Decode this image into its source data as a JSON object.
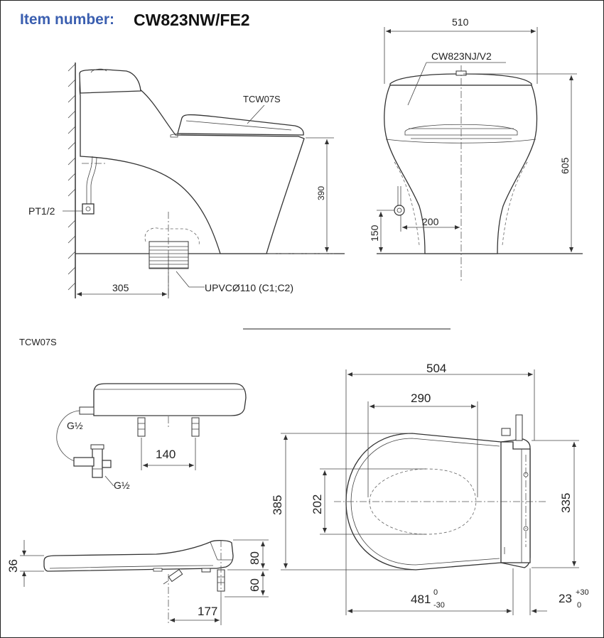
{
  "header": {
    "item_label": "Item number:",
    "item_number": "CW823NW/FE2",
    "label_color": "#3b5fb0"
  },
  "side_view": {
    "seat_model": "TCW07S",
    "supply_fitting": "PT1/2",
    "drain": "UPVCØ110 (C1;C2)",
    "height_dim": "390",
    "wall_dim": "305"
  },
  "front_view": {
    "tank_model": "CW823NJ/V2",
    "width_dim": "510",
    "height_dim": "605",
    "supply_height_dim": "150",
    "supply_offset_dim": "200"
  },
  "seat_section": {
    "title": "TCW07S",
    "fitting_top": "G½",
    "fitting_bottom": "G½",
    "spacing_dim": "140",
    "thickness_dim": "36",
    "height_upper_dim": "80",
    "height_lower_dim": "60",
    "rear_dim": "177"
  },
  "seat_plan": {
    "overall_length_dim": "504",
    "inner_length_dim": "290",
    "width_dim": "385",
    "inner_width_dim": "202",
    "hinge_width_dim": "335",
    "fit_length_dim": "481",
    "fit_tol_upper": "0",
    "fit_tol_lower": "-30",
    "offset_dim": "23",
    "offset_tol_upper": "+30",
    "offset_tol_lower": "0"
  }
}
